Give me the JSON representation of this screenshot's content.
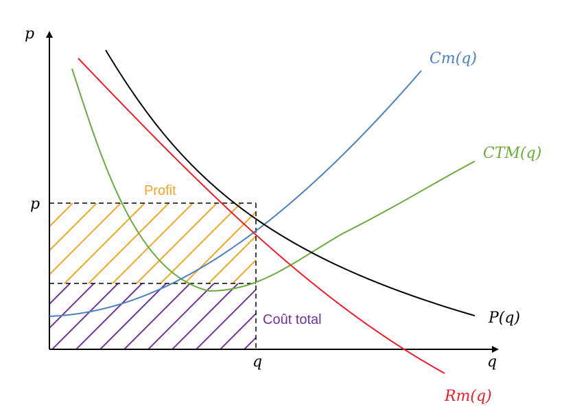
{
  "axes": {
    "y_label": "p",
    "x_label": "q",
    "p_tick": "p",
    "q_tick": "q"
  },
  "labels": {
    "profit": "Profit",
    "total_cost": "Coût total",
    "cm": "Cm(q)",
    "ctm": "CTM(q)",
    "price": "P(q)",
    "rm": "Rm(q)"
  },
  "colors": {
    "axis": "#000000",
    "demand": "#000000",
    "marginal_revenue": "#ee1c25",
    "marginal_cost": "#4a7fc1",
    "average_cost": "#6aaa3a",
    "profit_hatch": "#f5a623",
    "cost_hatch": "#7030a0",
    "guide_lines": "#000000"
  }
}
